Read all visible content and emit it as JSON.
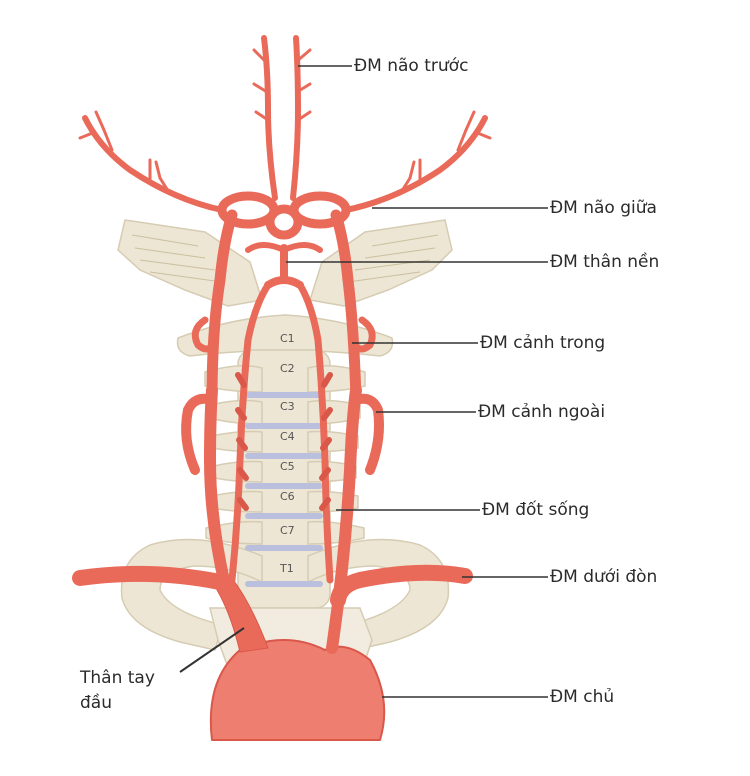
{
  "labels": {
    "anterior_cerebral": "ĐM não trước",
    "middle_cerebral": "ĐM não giữa",
    "basilar": "ĐM thân nền",
    "internal_carotid": "ĐM cảnh trong",
    "external_carotid": "ĐM cảnh ngoài",
    "vertebral": "ĐM đốt sống",
    "subclavian": "ĐM dưới đòn",
    "brachiocephalic_line1": "Thân tay",
    "brachiocephalic_line2": "đầu",
    "aorta": "ĐM chủ"
  },
  "vertebrae": [
    "C1",
    "C2",
    "C3",
    "C4",
    "C5",
    "C6",
    "C7",
    "T1"
  ],
  "colors": {
    "artery": "#ea6a5a",
    "artery_dark": "#c9493b",
    "bone": "#ede6d4",
    "bone_edge": "#d6ccb3",
    "disc": "#b9bfdc",
    "leader": "#333333"
  }
}
